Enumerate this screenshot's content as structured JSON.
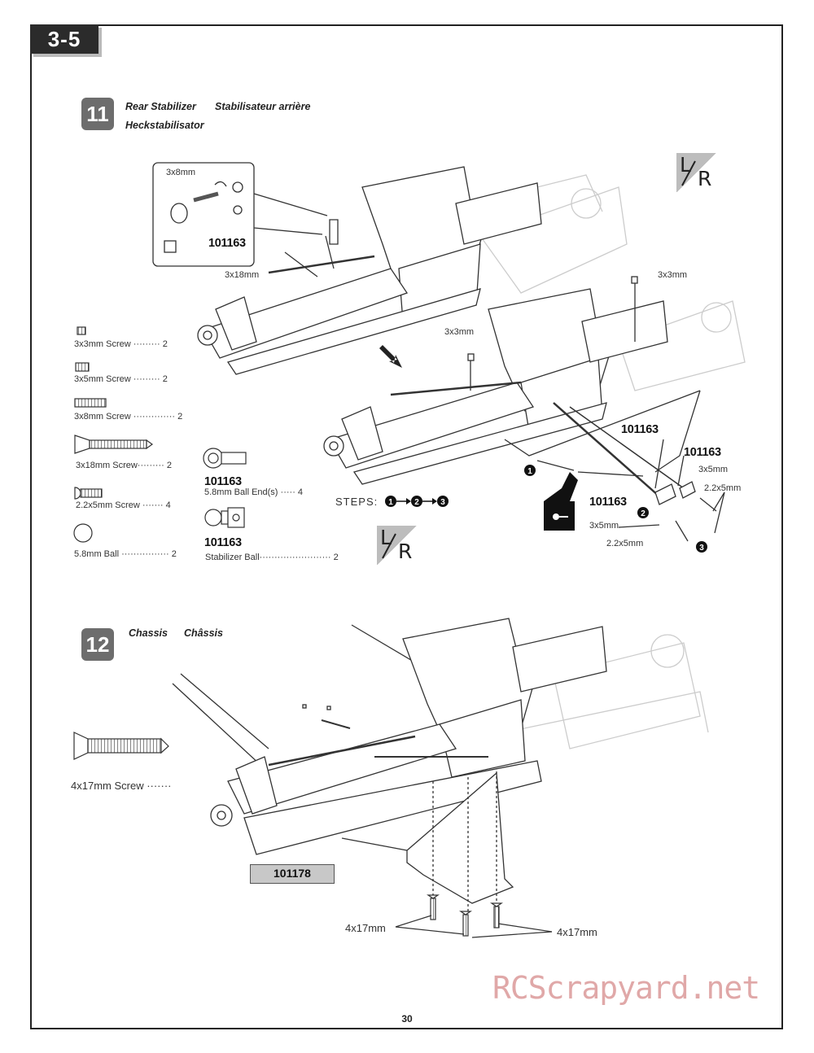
{
  "section": "3-5",
  "page_number": "30",
  "watermark": "RCScrapyard.net",
  "step11": {
    "number": "11",
    "title_en": "Rear Stabilizer",
    "title_fr": "Stabilisateur arrière",
    "title_de": "Heckstabilisator",
    "lr_l": "L",
    "lr_r": "R",
    "parts": [
      {
        "name": "3x3mm  Screw",
        "qty": "2"
      },
      {
        "name": "3x5mm  Screw",
        "qty": "2"
      },
      {
        "name": "3x8mm  Screw",
        "qty": "2"
      },
      {
        "name": "3x18mm Screw",
        "qty": "2"
      },
      {
        "name": "2.2x5mm  Screw",
        "qty": "4"
      },
      {
        "name": "5.8mm Ball",
        "qty": "2"
      }
    ],
    "part_numbers": [
      {
        "pn": "101163",
        "desc": "5.8mm Ball End(s)",
        "qty": "4"
      },
      {
        "pn": "101163",
        "desc": "Stabilizer Ball",
        "qty": "2"
      }
    ],
    "steps_label": "STEPS:",
    "steps": [
      "1",
      "2",
      "3"
    ],
    "inset_labels": {
      "screw": "3x8mm",
      "pn": "101163"
    },
    "callouts": {
      "screw_3x18": "3x18mm",
      "screw_3x3_top": "3x3mm",
      "screw_3x3_mid": "3x3mm",
      "pn_a": "101163",
      "pn_b": "101163",
      "pn_c": "101163",
      "screw_3x5_right": "3x5mm",
      "screw_22x5_right": "2.2x5mm",
      "screw_3x5_left": "3x5mm",
      "screw_22x5_bottom": "2.2x5mm"
    }
  },
  "step12": {
    "number": "12",
    "title_en": "Chassis",
    "title_fr": "Châssis",
    "part": {
      "name": "4x17mm  Screw"
    },
    "pn": "101178",
    "callouts": {
      "left": "4x17mm",
      "right": "4x17mm"
    }
  }
}
